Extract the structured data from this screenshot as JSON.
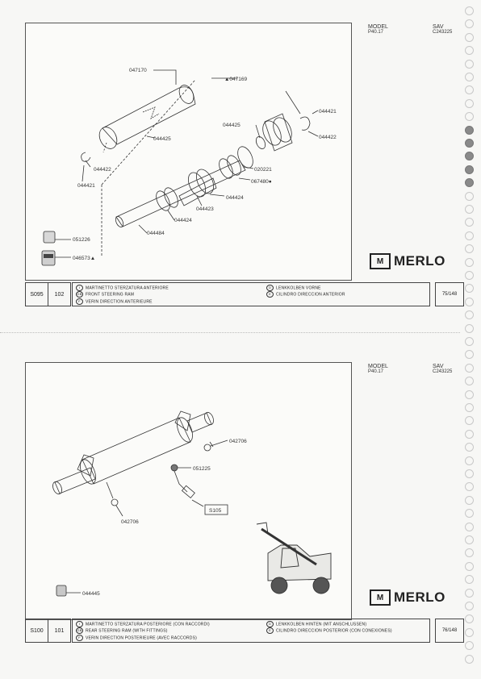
{
  "sheets": [
    {
      "model_label": "MODEL",
      "model": "P40.17",
      "sav_label": "SAV",
      "sav": "C243225",
      "table_code": "S095",
      "group": "102",
      "desc_it": "MARTINETTO STERZATURA ANTERIORE",
      "desc_en": "FRONT STEERING RAM",
      "desc_fr": "VERIN DIRECTION ANTERIEURE",
      "desc_de": "LENKKOLBEN VORNE",
      "desc_es": "CILINDRO DIRECCION ANTERIOR",
      "lang_it": "I",
      "lang_gb": "GB",
      "lang_f": "F",
      "lang_d": "D",
      "lang_e": "E",
      "page": "75/148",
      "brand_mark": "M",
      "brand": "MERLO",
      "parts": {
        "p047170": "047170",
        "p047169": "▲047169",
        "p044421a": "044421",
        "p044422a": "044422",
        "p044425a": "044425",
        "p044425b": "044425",
        "p044422b": "044422",
        "p044421b": "044421",
        "p020221": "020221",
        "p067480": "067480●",
        "p044424a": "044424",
        "p044423": "044423",
        "p044424b": "044424",
        "p044484": "044484",
        "p051226": "051226",
        "p046573": "046573▲"
      }
    },
    {
      "model_label": "MODEL",
      "model": "P40.17",
      "sav_label": "SAV",
      "sav": "C243225",
      "table_code": "S100",
      "group": "101",
      "desc_it": "MARTINETTO STERZATURA POSTERIORE (CON RACCORDI)",
      "desc_en": "REAR STEERING RAM (WITH FITTINGS)",
      "desc_fr": "VERIN DIRECTION POSTERIEURE (AVEC RACCORDS)",
      "desc_de": "LENKKOLBEN HINTEN (MIT ANSCHLUSSEN)",
      "desc_es": "CILINDRO DIRECCION POSTERIOR (CON CONEXIONES)",
      "lang_it": "I",
      "lang_gb": "GB",
      "lang_f": "F",
      "lang_d": "D",
      "lang_e": "E",
      "page": "76/148",
      "brand_mark": "M",
      "brand": "MERLO",
      "parts": {
        "p042706a": "042706",
        "p051225": "051225",
        "p042706b": "042706",
        "ref_s105": "S105",
        "p044445": "044445"
      }
    }
  ],
  "colors": {
    "line": "#333333",
    "paper": "#f7f7f5",
    "hole_dark": "#8a8a8a"
  }
}
